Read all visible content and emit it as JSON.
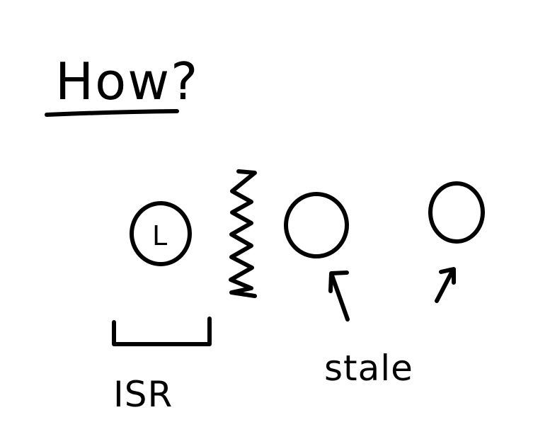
{
  "title": "How?",
  "leader_node": {
    "letter": "L"
  },
  "labels": {
    "isr": "ISR",
    "stale": "stale"
  },
  "colors": {
    "ink": "#000000",
    "background": "#ffffff"
  }
}
